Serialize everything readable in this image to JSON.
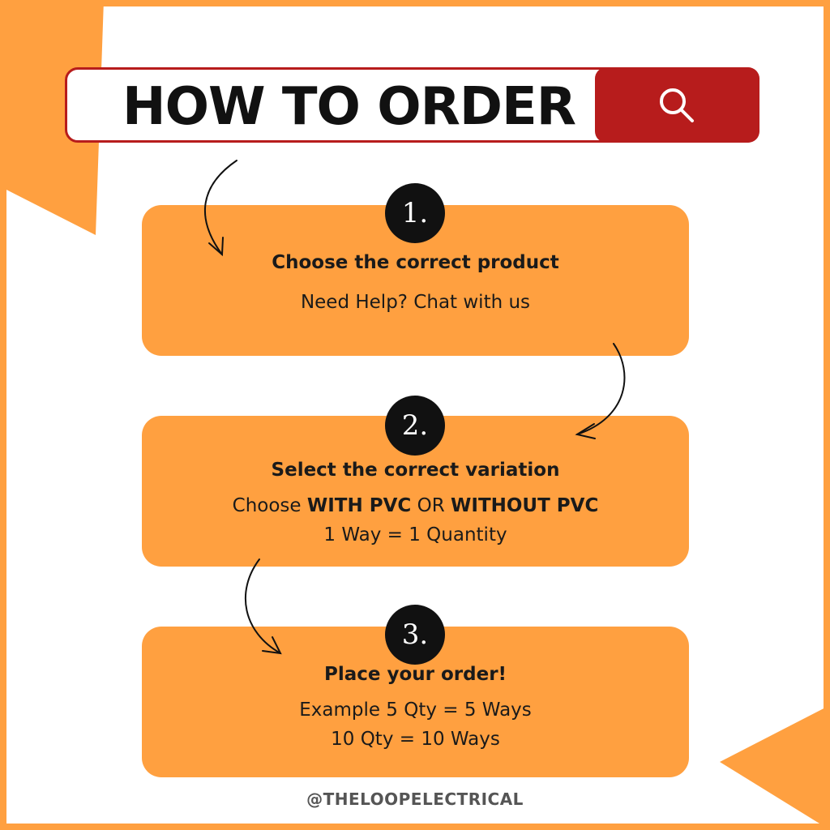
{
  "header": {
    "title": "HOW TO ORDER",
    "search_icon": "search-icon"
  },
  "steps": [
    {
      "number": "1.",
      "heading": "Choose the correct product",
      "lines": [
        "Need Help? Chat with us"
      ]
    },
    {
      "number": "2.",
      "heading": "Select the correct variation",
      "line1": {
        "a": "Choose ",
        "b": "WITH PVC",
        "c": " OR ",
        "d": "WITHOUT PVC"
      },
      "lines": [
        "1 Way = 1 Quantity"
      ]
    },
    {
      "number": "3.",
      "heading": "Place your order!",
      "lines": [
        "Example 5 Qty = 5 Ways",
        "10 Qty = 10 Ways"
      ]
    }
  ],
  "footer": {
    "handle": "@THELOOPELECTRICAL"
  },
  "colors": {
    "accent_orange": "#ffa040",
    "search_red": "#b71c1c",
    "badge_black": "#111111"
  }
}
